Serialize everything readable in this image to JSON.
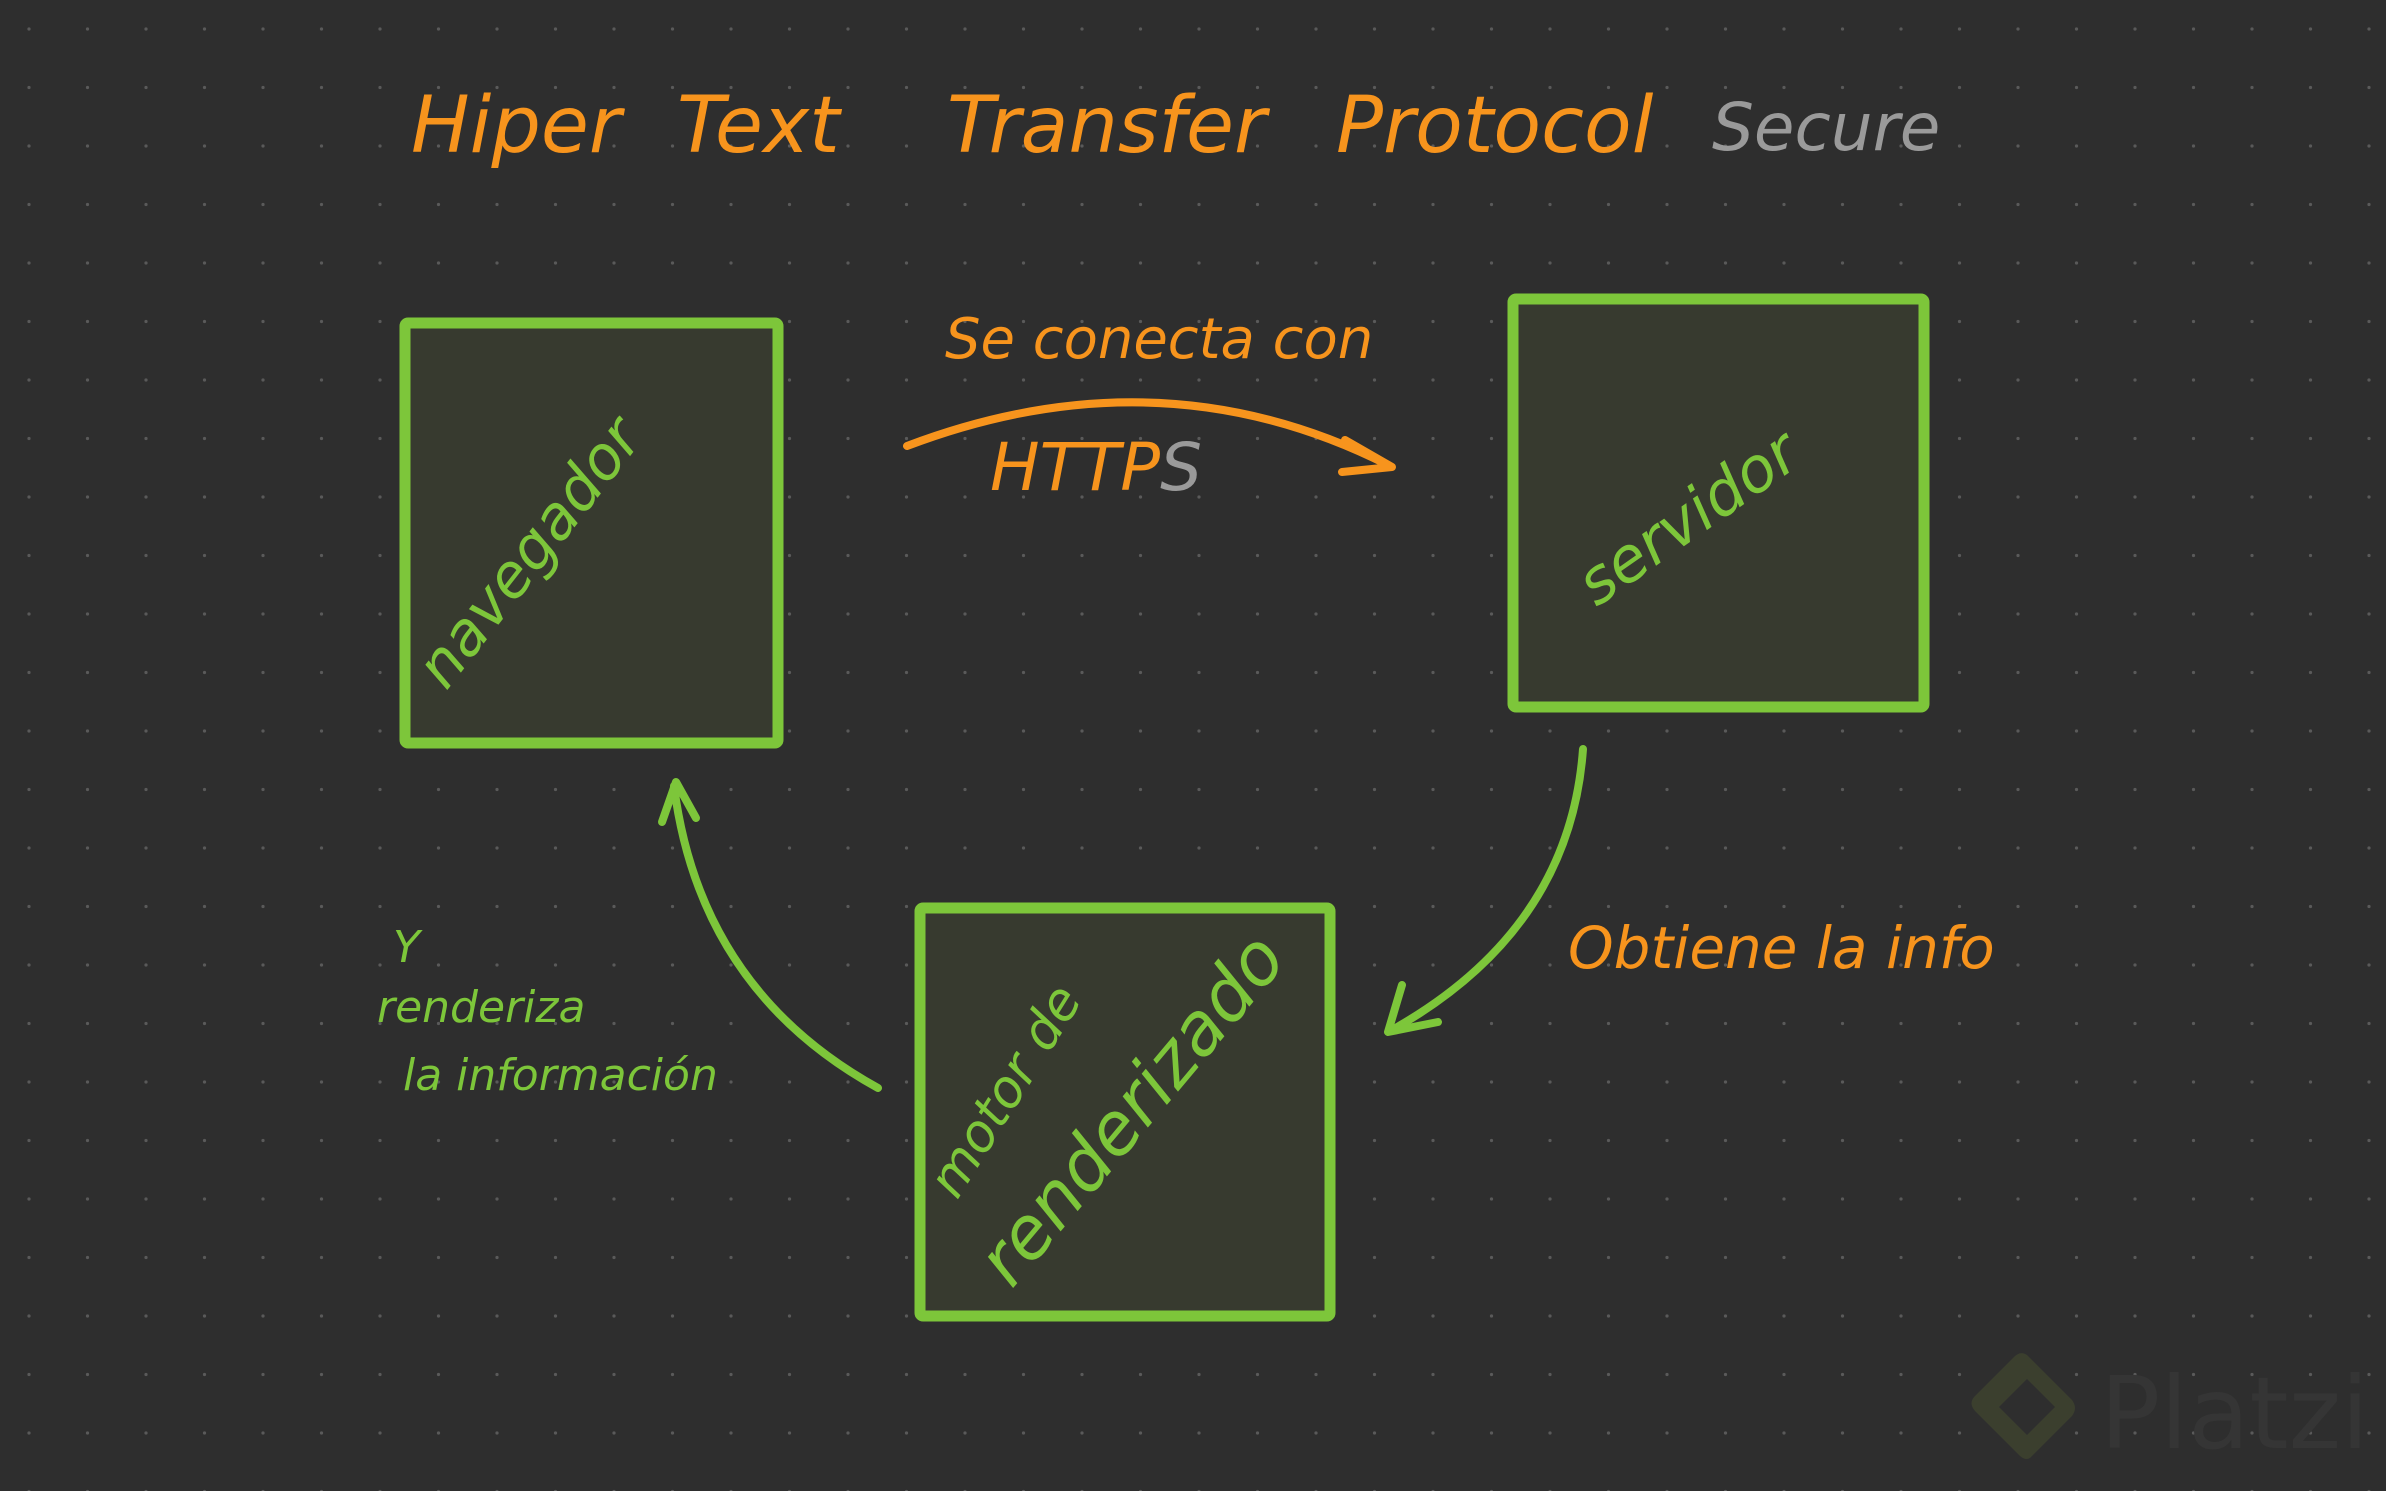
{
  "title": {
    "words": [
      "Hiper",
      "Text",
      "Transfer",
      "Protocol"
    ],
    "secure": "Secure"
  },
  "nodes": {
    "browser": "navegador",
    "server": "servidor",
    "engine_line1": "motor de",
    "engine_line2": "renderizado"
  },
  "edges": {
    "connect_label": "Se conecta con",
    "protocol_main": "HTTP",
    "protocol_s": "S",
    "obtain_label": "Obtiene la info",
    "render_label_1": "Y",
    "render_label_2": "renderiza",
    "render_label_3": "la información"
  },
  "watermark": "Platzi",
  "colors": {
    "background": "#2e2e2e",
    "box_fill": "#373a2f",
    "green": "#7dc63a",
    "orange": "#f7941d",
    "gray": "#9a9a9a"
  }
}
